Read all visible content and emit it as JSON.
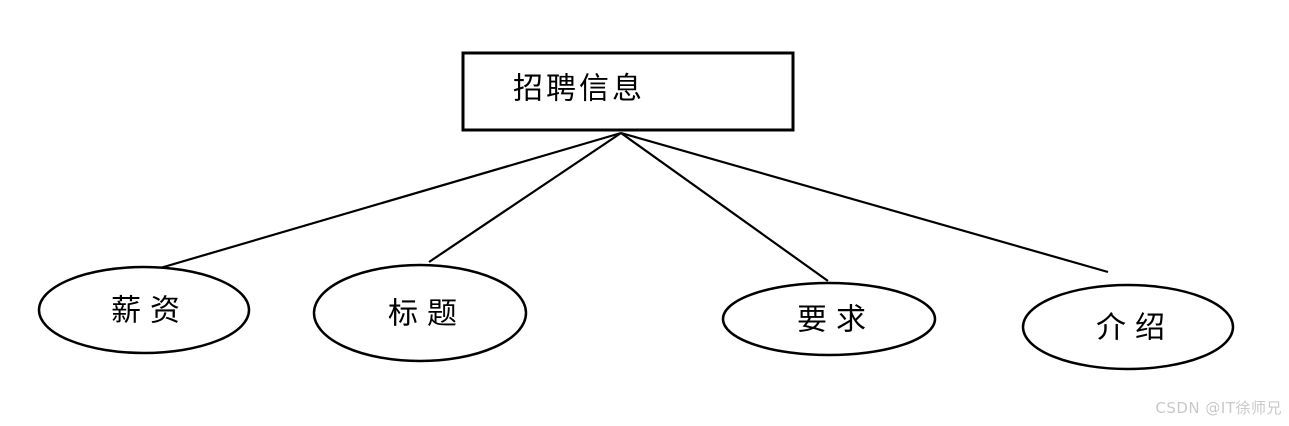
{
  "diagram": {
    "root": {
      "label": "招聘信息"
    },
    "attributes": [
      {
        "label": "薪资"
      },
      {
        "label": "标题"
      },
      {
        "label": "要求"
      },
      {
        "label": "介绍"
      }
    ]
  },
  "watermark": {
    "text": "CSDN @IT徐师兄"
  },
  "colors": {
    "line": "#000000",
    "background": "#ffffff",
    "watermark_text": "#c9c9c9"
  }
}
